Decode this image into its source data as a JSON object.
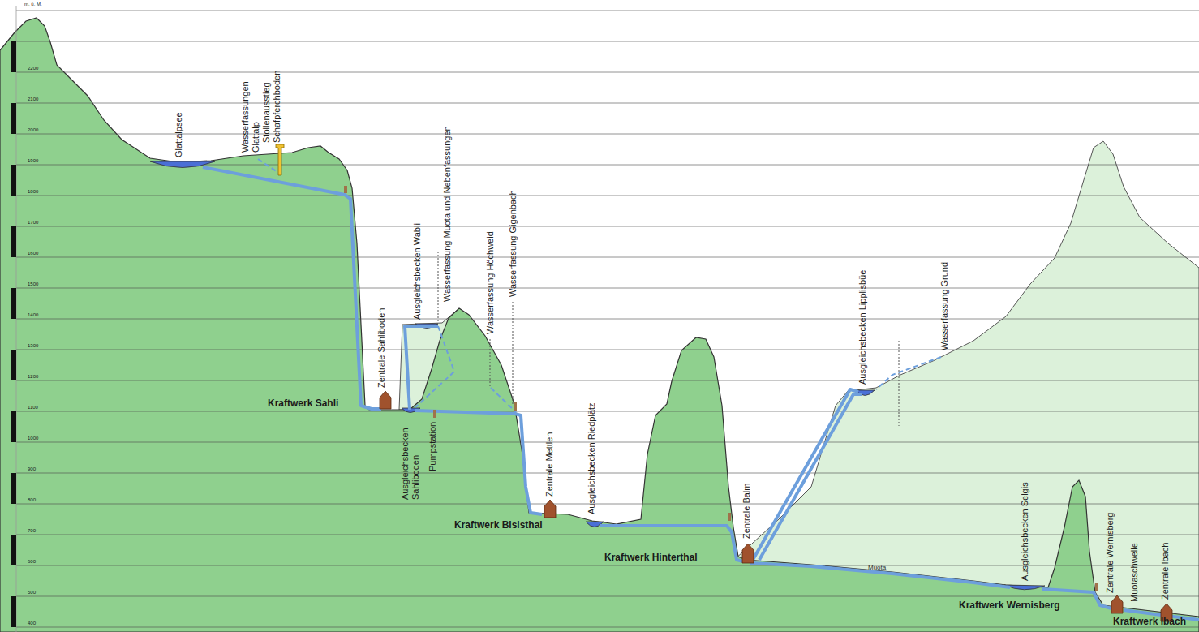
{
  "diagram": {
    "labels": [
      "m. ü. M.",
      "2200",
      "2100",
      "2000",
      "1900",
      "1800",
      "1700",
      "1600",
      "1500",
      "1400",
      "1300",
      "1200",
      "1100",
      "1000",
      "900",
      "800",
      "700",
      "600",
      "500",
      "400",
      "Glattalpsee",
      "Wasserfassungen Glattalp",
      "Stollenausstieg Schafpferchboden",
      "Zentrale Sahliboden",
      "Ausgleichsbecken Wabli",
      "Wasserfassung Muota und Nebenfassungen",
      "Wasserfassung Höchweid",
      "Wasserfassung Gigenbach",
      "Kraftwerk Sahli",
      "Ausgleichsbecken Sahliboden",
      "Pumpstation",
      "Zentrale Mettlen",
      "Ausgleichsbecken Riedplätz",
      "Kraftwerk Bisisthal",
      "Zentrale Balm",
      "Kraftwerk Hinterthal",
      "Ausgleichsbecken Lipplisbüel",
      "Wasserfassung Grund",
      "Muota",
      "Ausgleichsbecken Selgis",
      "Zentrale Wernisberg",
      "Muotaschwelle",
      "Zentrale Ibach",
      "Kraftwerk Wernisberg",
      "Kraftwerk Ibach"
    ]
  }
}
